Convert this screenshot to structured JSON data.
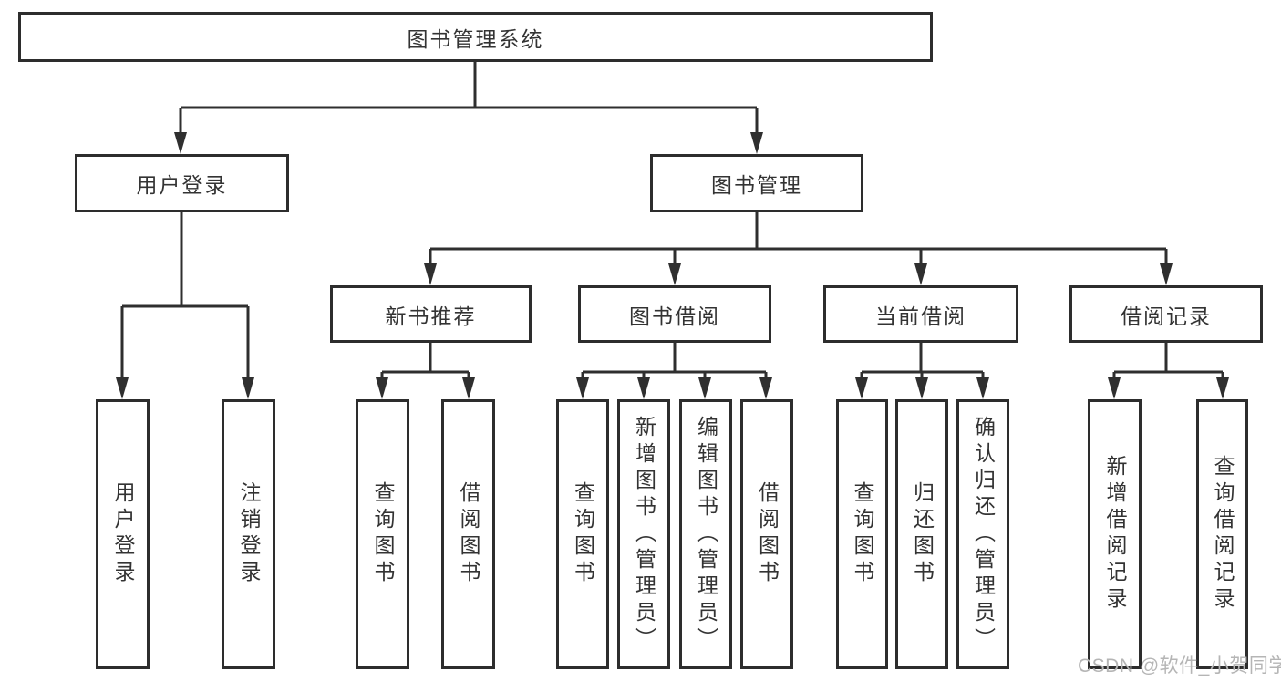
{
  "tree": {
    "root": {
      "label": "图书管理系统",
      "children": [
        {
          "label": "用户登录",
          "children": [
            {
              "label": "用户登录"
            },
            {
              "label": "注销登录"
            }
          ]
        },
        {
          "label": "图书管理",
          "children": [
            {
              "label": "新书推荐",
              "children": [
                {
                  "label": "查询图书"
                },
                {
                  "label": "借阅图书"
                }
              ]
            },
            {
              "label": "图书借阅",
              "children": [
                {
                  "label": "查询图书"
                },
                {
                  "label": "新增图书（管理员）"
                },
                {
                  "label": "编辑图书（管理员）"
                },
                {
                  "label": "借阅图书"
                }
              ]
            },
            {
              "label": "当前借阅",
              "children": [
                {
                  "label": "查询图书"
                },
                {
                  "label": "归还图书"
                },
                {
                  "label": "确认归还（管理员）"
                }
              ]
            },
            {
              "label": "借阅记录",
              "children": [
                {
                  "label": "新增借阅记录"
                },
                {
                  "label": "查询借阅记录"
                }
              ]
            }
          ]
        }
      ]
    }
  },
  "colors": {
    "line": "#2f2f2f",
    "border": "#2d2d2d",
    "text": "#333333",
    "watermark": "#b5b5b5"
  },
  "watermark": {
    "text": "CSDN @软件_小贺同学"
  }
}
